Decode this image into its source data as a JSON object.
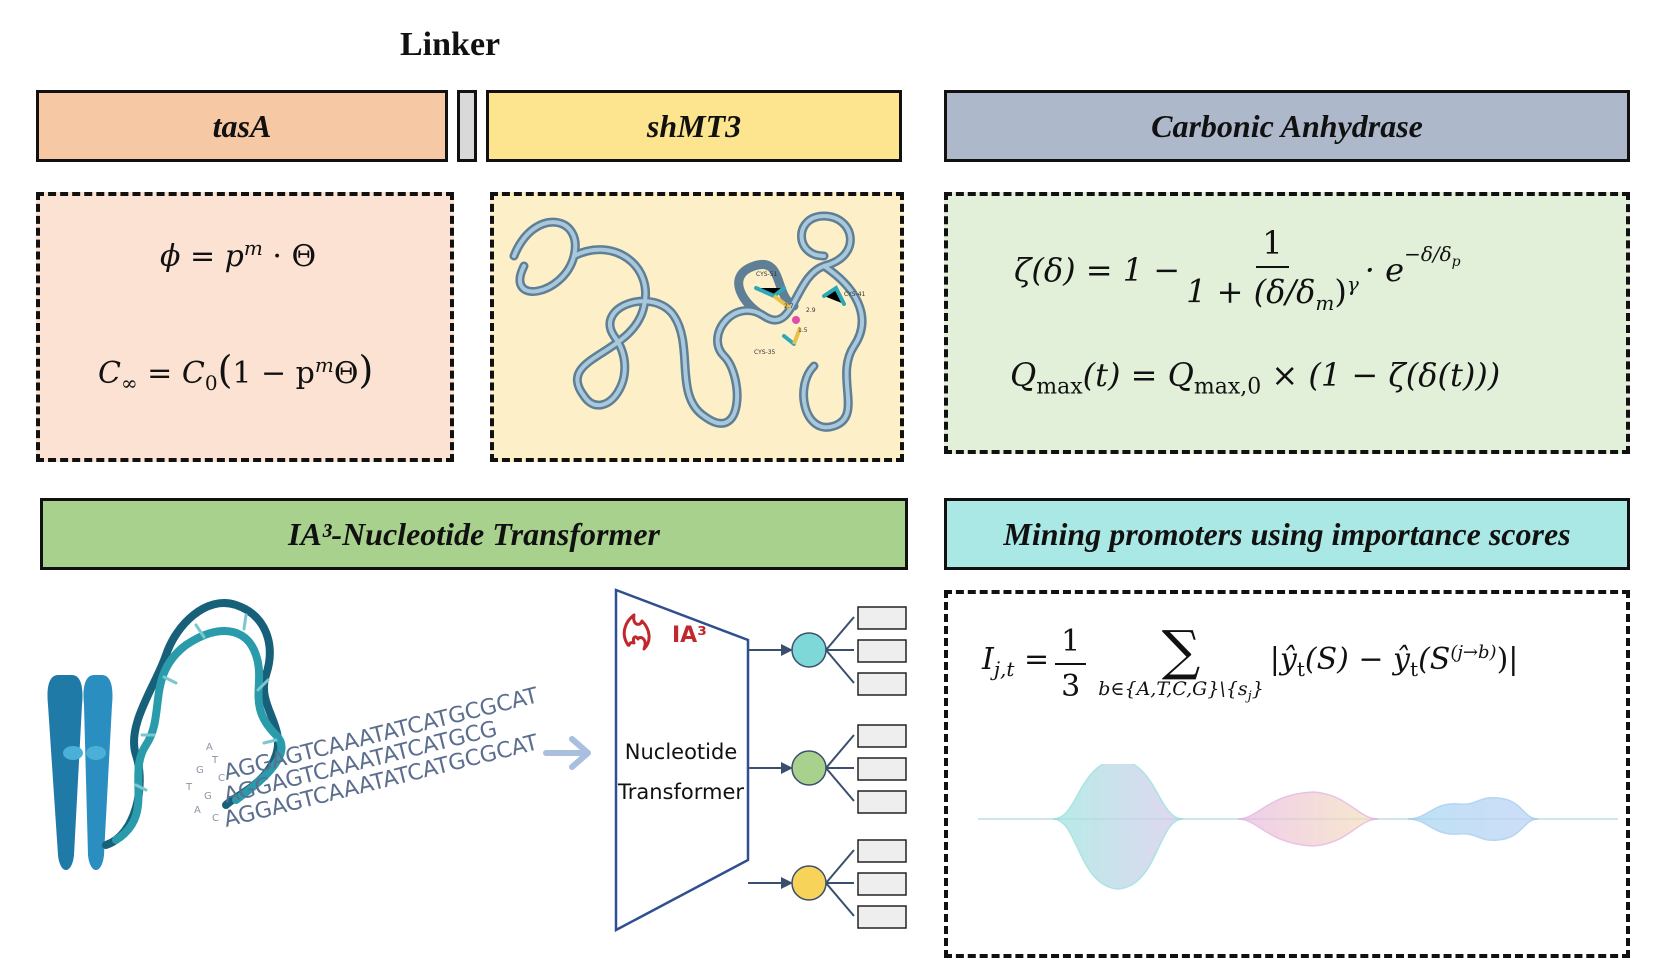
{
  "linker_label": "Linker",
  "headers": {
    "tasA": "tasA",
    "shMT3": "shMT3",
    "carbonic": "Carbonic Anhydrase",
    "transformer": "IA³-Nucleotide Transformer",
    "mining": "Mining promoters using importance scores"
  },
  "colors": {
    "tasA_header": "#f7c8a4",
    "tasA_panel": "#fbe2d2",
    "linker": "#d9d9d9",
    "shMT3_header": "#fde58f",
    "shMT3_panel": "#fdf0c8",
    "carbonic_header": "#adb8cb",
    "carbonic_panel": "#e2f0d9",
    "transformer_header": "#a9d18e",
    "mining_header": "#a9e8e4",
    "node_1": "#7fd8d8",
    "node_2": "#a9d18e",
    "node_3": "#f7d35a"
  },
  "equations": {
    "tasA_eq1": {
      "lhs": "ϕ",
      "rhs": "p",
      "sup": "m",
      "tail": " · Θ"
    },
    "tasA_eq2": {
      "lhs": "C",
      "lhs_sub": "∞",
      "rhs": "C",
      "rhs_sub": "0",
      "paren": "1 − p",
      "sup": "m",
      "tail": "Θ"
    },
    "carbonic_eq1": {
      "lhs": "ζ(δ) = 1 −",
      "num": "1",
      "den": "1 + (δ/δ",
      "den_sub": "m",
      "den_tail": ")",
      "den_sup": "γ",
      "tail": "· e",
      "tail_sup": "−δ/δ",
      "tail_sup_sub": "p"
    },
    "carbonic_eq2": {
      "lhs": "Q",
      "lhs_sub": "max",
      "lhs_arg": "(t) = ",
      "rhs": "Q",
      "rhs_sub": "max,0",
      "tail": " × (1 − ζ(δ(t)))"
    },
    "mining_eq": {
      "lhs": "I",
      "lhs_sub": "j,t",
      "frac_num": "1",
      "frac_den": "3",
      "sigma": "∑",
      "sigma_sub": "b∈{A,T,C,G}\\{s",
      "sigma_sub_sub": "j",
      "sigma_sub_end": "}",
      "body": "|ŷ",
      "body_sub": "t",
      "body_mid": "(S) − ŷ",
      "body_sub2": "t",
      "body_mid2": "(S",
      "body_sup": "(j→b)",
      "body_end": ")|"
    }
  },
  "transformer": {
    "ia3_label": "IA³",
    "model_line1": "Nucleotide",
    "model_line2": "Transformer"
  },
  "dna_sequences": [
    "AGGAGTCAAATATCATGCGCAT",
    "AGGAGTCAAATATCATGCG",
    "AGGAGTCAAATATCATGCGCAT"
  ],
  "protein_labels": [
    "CYS-51",
    "CYS-41",
    "CYS-35",
    "2.7",
    "2.9",
    "1.5"
  ]
}
